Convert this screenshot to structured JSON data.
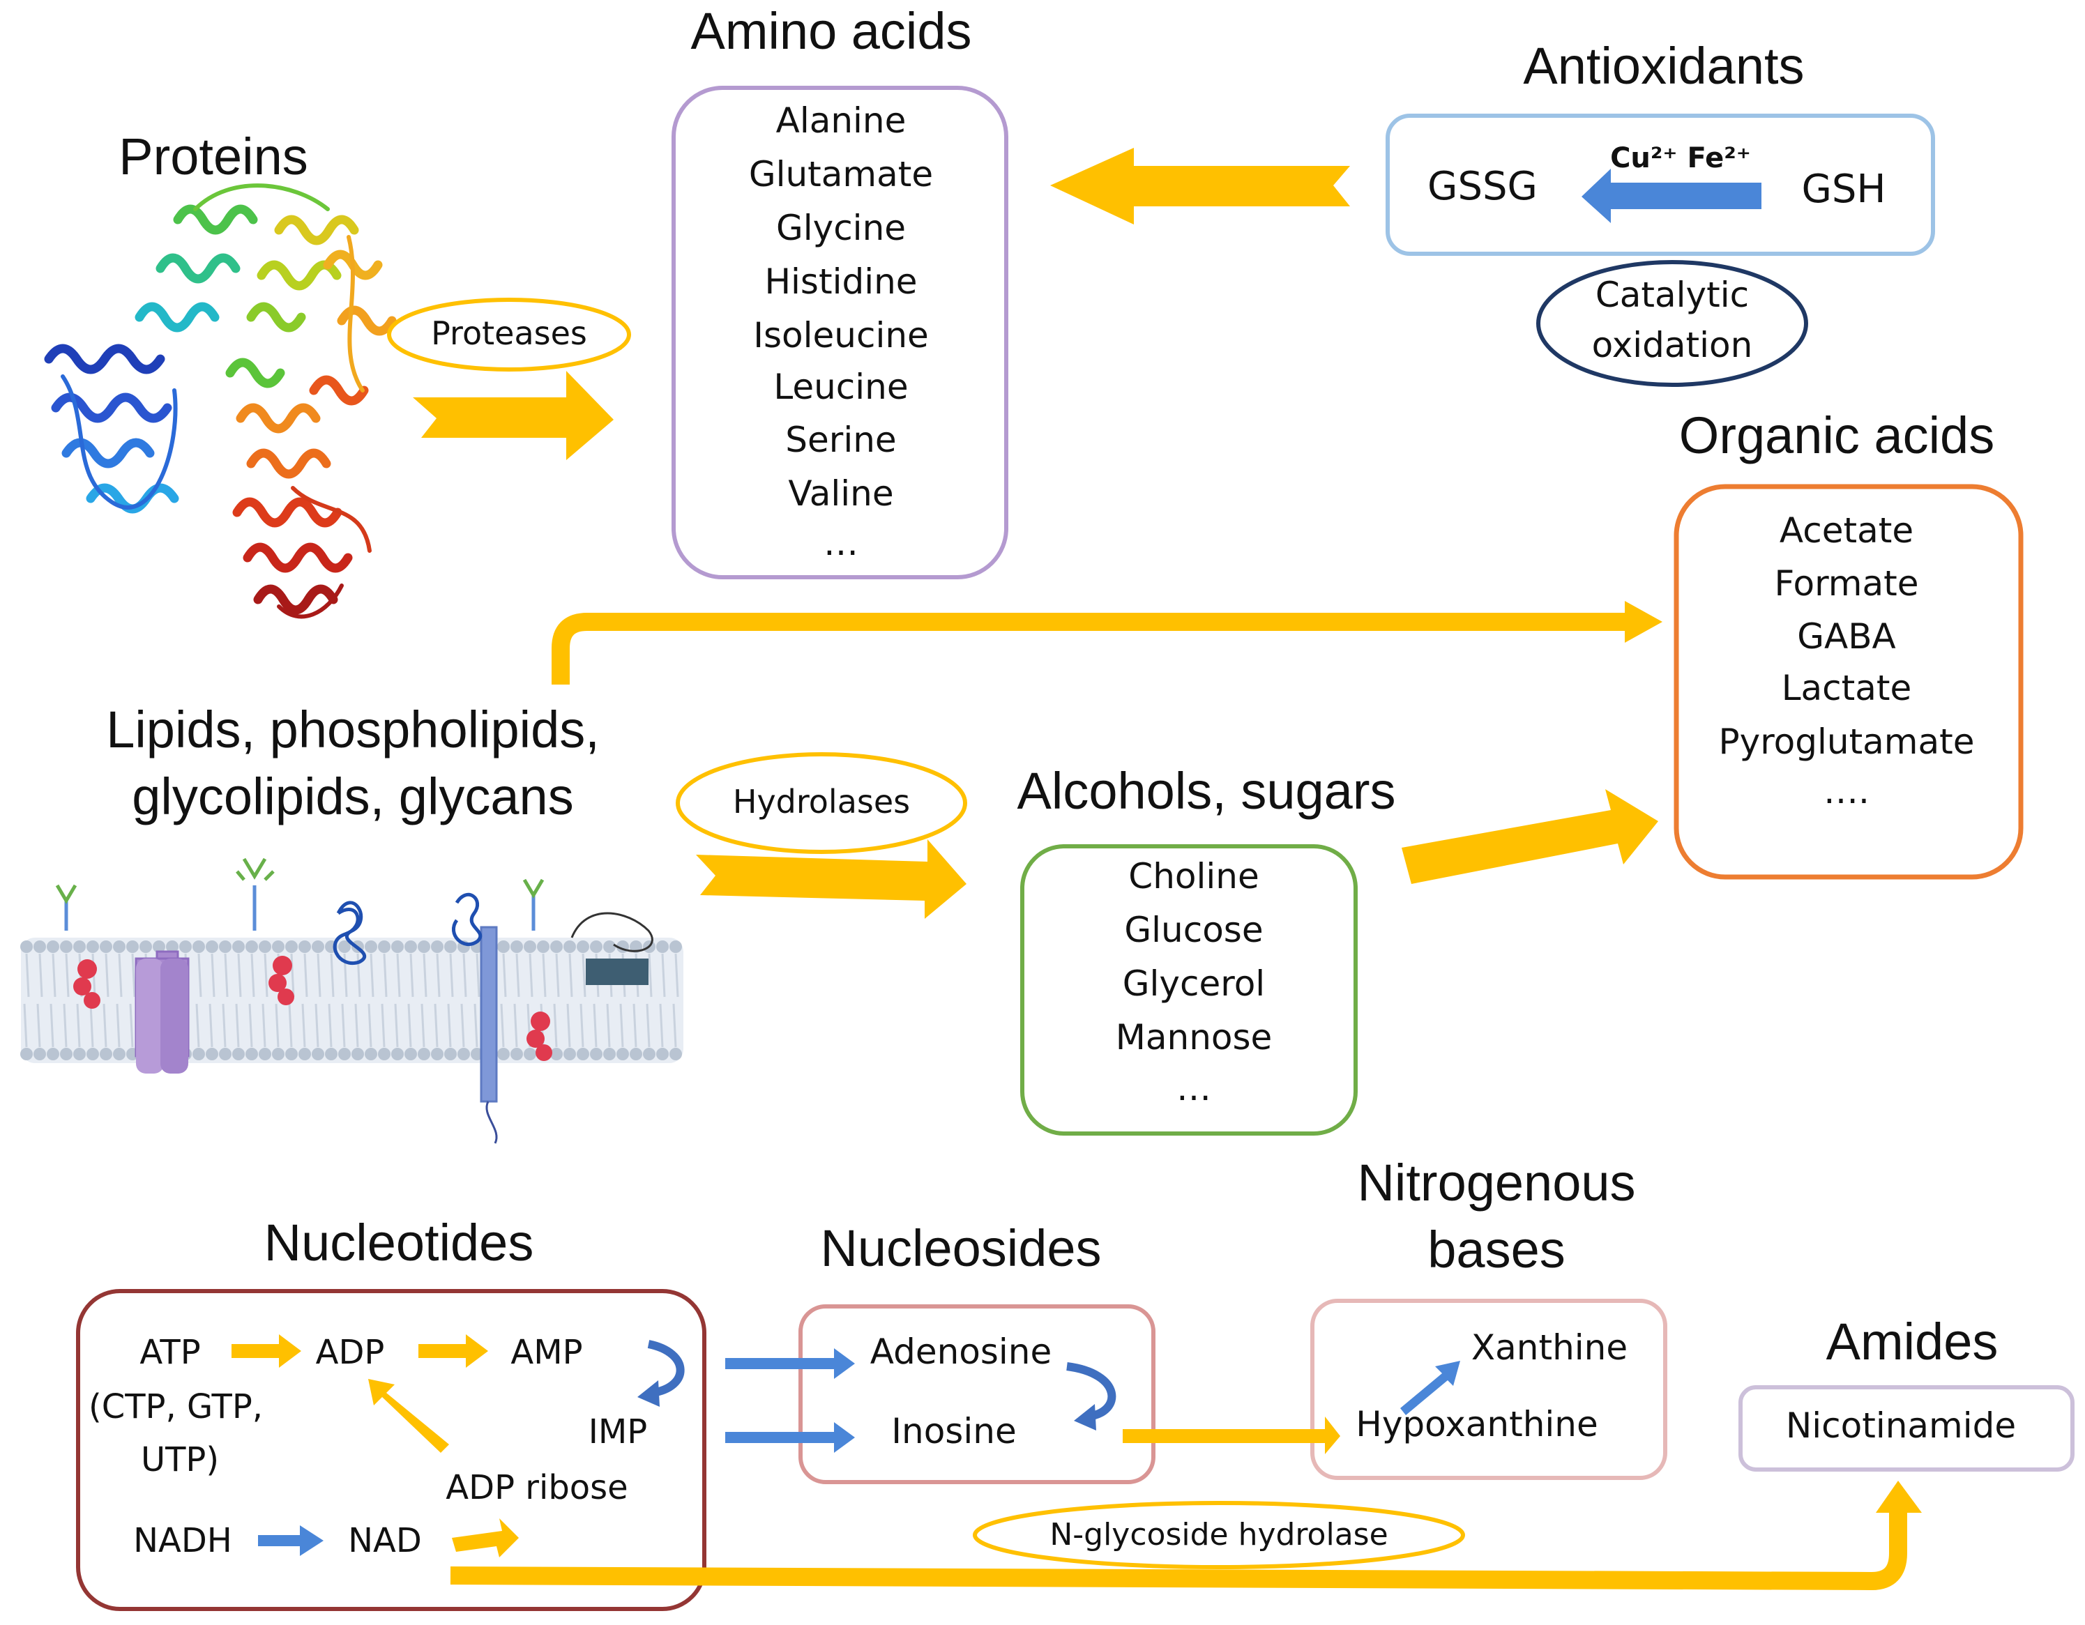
{
  "headings": {
    "proteins": "Proteins",
    "amino_acids": "Amino acids",
    "antioxidants": "Antioxidants",
    "organic_acids": "Organic acids",
    "lipids_line1": "Lipids, phospholipids,",
    "lipids_line2": "glycolipids, glycans",
    "alcohols_sugars": "Alcohols, sugars",
    "nucleotides": "Nucleotides",
    "nucleosides": "Nucleosides",
    "nitrogenous_line1": "Nitrogenous",
    "nitrogenous_line2": "bases",
    "amides": "Amides"
  },
  "enzymes": {
    "proteases": "Proteases",
    "hydrolases": "Hydrolases",
    "catalytic_line1": "Catalytic",
    "catalytic_line2": "oxidation",
    "n_glycoside": "N-glycoside hydrolase"
  },
  "amino_acids": [
    "Alanine",
    "Glutamate",
    "Glycine",
    "Histidine",
    "Isoleucine",
    "Leucine",
    "Serine",
    "Valine",
    "…"
  ],
  "antioxidants": {
    "gssg": "GSSG",
    "gsh": "GSH",
    "catalyst": "Cu²⁺ Fe²⁺"
  },
  "organic_acids": [
    "Acetate",
    "Formate",
    "GABA",
    "Lactate",
    "Pyroglutamate",
    "…."
  ],
  "alcohols_sugars": [
    "Choline",
    "Glucose",
    "Glycerol",
    "Mannose",
    "…"
  ],
  "nucleotides": {
    "atp": "ATP",
    "adp": "ADP",
    "amp": "AMP",
    "imp": "IMP",
    "ctp_line1": "(CTP, GTP,",
    "ctp_line2": "UTP)",
    "adp_ribose": "ADP ribose",
    "nadh": "NADH",
    "nad": "NAD"
  },
  "nucleosides": {
    "adenosine": "Adenosine",
    "inosine": "Inosine"
  },
  "nitrogenous_bases": {
    "xanthine": "Xanthine",
    "hypoxanthine": "Hypoxanthine"
  },
  "amides": {
    "nicotinamide": "Nicotinamide"
  },
  "colors": {
    "arrow_yellow": "#FFC000",
    "arrow_blue": "#4A86D8",
    "amino_box": "#B49AD0",
    "antioxidant_box": "#9DC3E6",
    "catalytic_ellipse": "#1F3864",
    "organic_box": "#ED7D31",
    "alcohol_box": "#70AD47",
    "nucleotide_box": "#943634",
    "nucleoside_box": "#D99594",
    "nitrogenous_box": "#E6B8B7",
    "amide_box": "#CCC0DA"
  }
}
